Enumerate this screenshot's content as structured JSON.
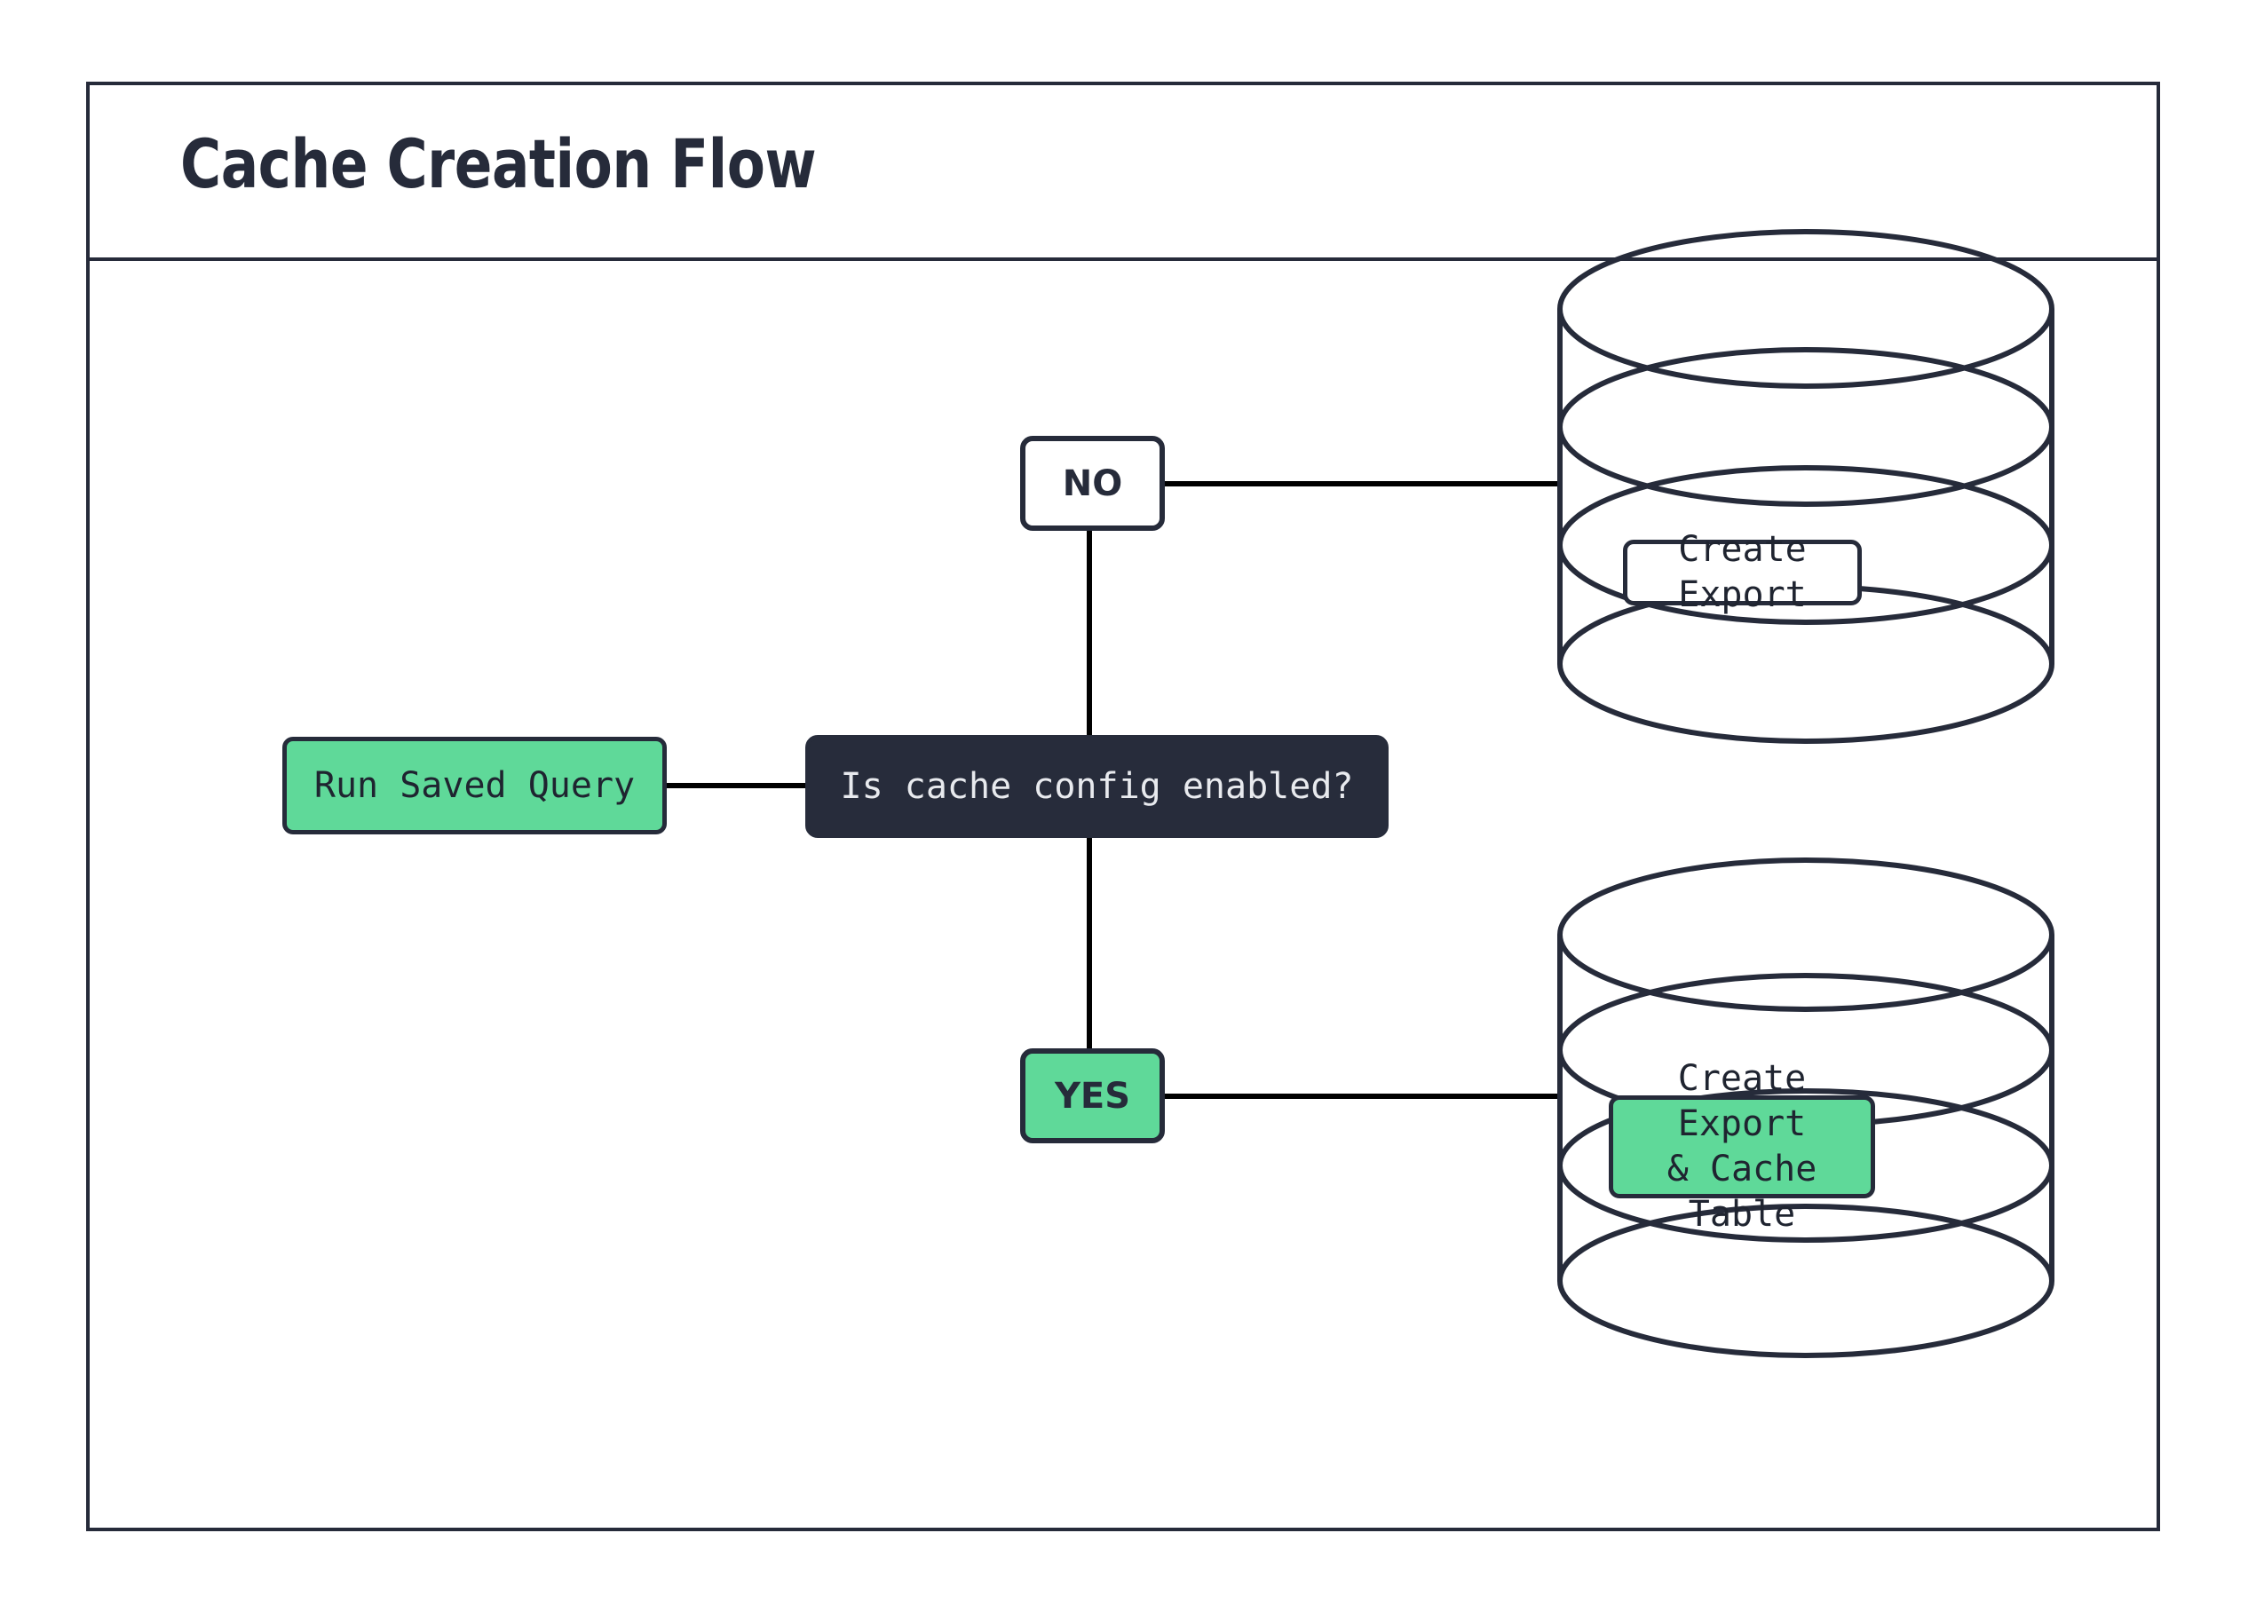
{
  "header": {
    "title": "Cache Creation Flow"
  },
  "colors": {
    "frame_border": "#262b3a",
    "accent_green": "#5fd999",
    "dark_node": "#272c3b",
    "dark_node_text": "#e8eaee",
    "edge": "#000000",
    "canvas": "#ffffff"
  },
  "flow": {
    "nodes": [
      {
        "id": "run-saved-query",
        "label": "Run Saved Query",
        "shape": "rounded-rect",
        "style": "green"
      },
      {
        "id": "decision",
        "label": "Is cache config enabled?",
        "shape": "rounded-rect",
        "style": "dark"
      },
      {
        "id": "branch-no",
        "label": "NO",
        "shape": "rounded-rect",
        "style": "white"
      },
      {
        "id": "branch-yes",
        "label": "YES",
        "shape": "rounded-rect",
        "style": "green"
      },
      {
        "id": "create-export",
        "label": "Create Export",
        "shape": "database-cylinder",
        "style": "white"
      },
      {
        "id": "create-export-cache-table",
        "label": "Create Export\n& Cache Table",
        "shape": "database-cylinder",
        "style": "green"
      }
    ],
    "edges": [
      {
        "from": "run-saved-query",
        "to": "decision",
        "orientation": "horizontal"
      },
      {
        "from": "decision",
        "to": "branch-no",
        "orientation": "vertical"
      },
      {
        "from": "branch-no",
        "to": "create-export",
        "orientation": "horizontal"
      },
      {
        "from": "decision",
        "to": "branch-yes",
        "orientation": "vertical"
      },
      {
        "from": "branch-yes",
        "to": "create-export-cache-table",
        "orientation": "horizontal"
      }
    ]
  }
}
